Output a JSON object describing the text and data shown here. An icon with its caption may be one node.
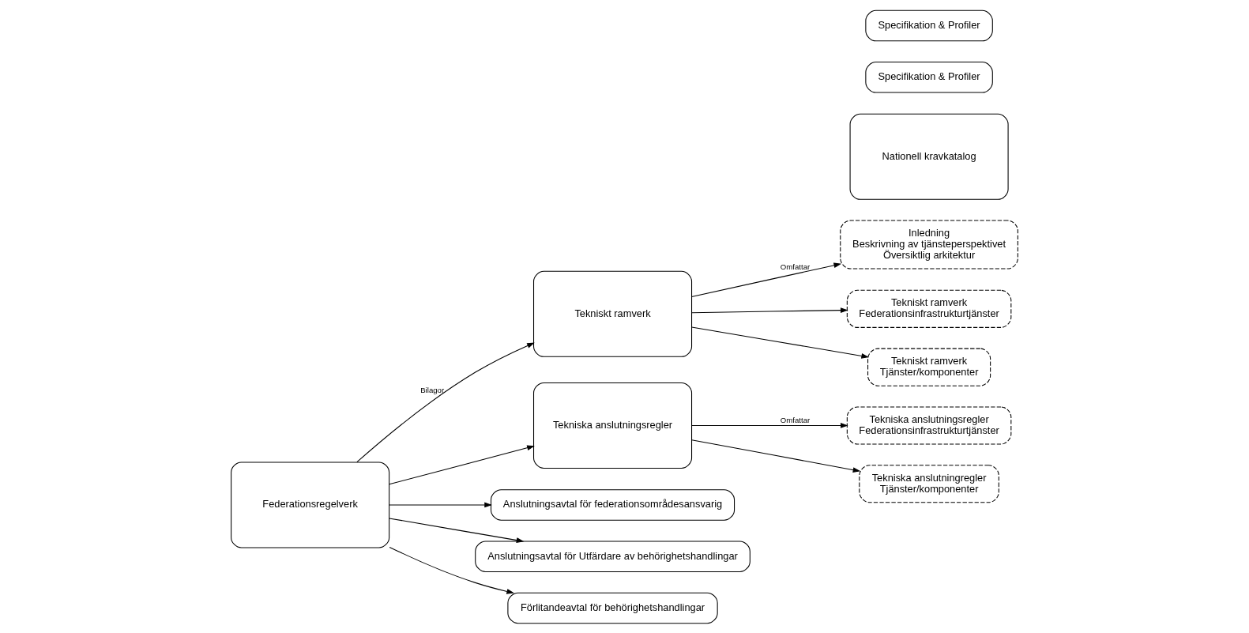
{
  "diagram": {
    "nodes": [
      {
        "text": [
          "Federationsregelverk"
        ]
      },
      {
        "text": [
          "Tekniskt ramverk"
        ]
      },
      {
        "text": [
          "Tekniska anslutningsregler"
        ]
      },
      {
        "text": [
          "Anslutningsavtal för federationsområdesansvarig"
        ]
      },
      {
        "text": [
          "Anslutningsavtal för Utfärdare av behörighetshandlingar"
        ]
      },
      {
        "text": [
          "Förlitandeavtal för behörighetshandlingar"
        ]
      },
      {
        "text": [
          "Inledning",
          "Beskrivning av tjänsteperspektivet",
          "Översiktlig arkitektur"
        ]
      },
      {
        "text": [
          "Tekniskt ramverk",
          "Federationsinfrastrukturtjänster"
        ]
      },
      {
        "text": [
          "Tekniskt ramverk",
          "Tjänster/komponenter"
        ]
      },
      {
        "text": [
          "Tekniska anslutningsregler",
          "Federationsinfrastrukturtjänster"
        ]
      },
      {
        "text": [
          "Tekniska anslutningregler",
          "Tjänster/komponenter"
        ]
      },
      {
        "text": [
          "Nationell kravkatalog"
        ]
      },
      {
        "text": [
          "Specifikation & Profiler"
        ]
      },
      {
        "text": [
          "Specifikation & Profiler"
        ]
      }
    ],
    "edges": [
      {
        "from": 0,
        "to": 1,
        "arrow": "to",
        "label": "Bilagor"
      },
      {
        "from": 0,
        "to": 2,
        "arrow": "to"
      },
      {
        "from": 0,
        "to": 3,
        "arrow": "to"
      },
      {
        "from": 0,
        "to": 4,
        "arrow": "to"
      },
      {
        "from": 0,
        "to": 5,
        "arrow": "to"
      },
      {
        "from": 1,
        "to": 6,
        "arrow": "to",
        "label": "Omfattar"
      },
      {
        "from": 1,
        "to": 7,
        "arrow": "to"
      },
      {
        "from": 1,
        "to": 8,
        "arrow": "to"
      },
      {
        "from": 2,
        "to": 9,
        "arrow": "to",
        "label": "Omfattar"
      },
      {
        "from": 2,
        "to": 10,
        "arrow": "to"
      }
    ]
  }
}
